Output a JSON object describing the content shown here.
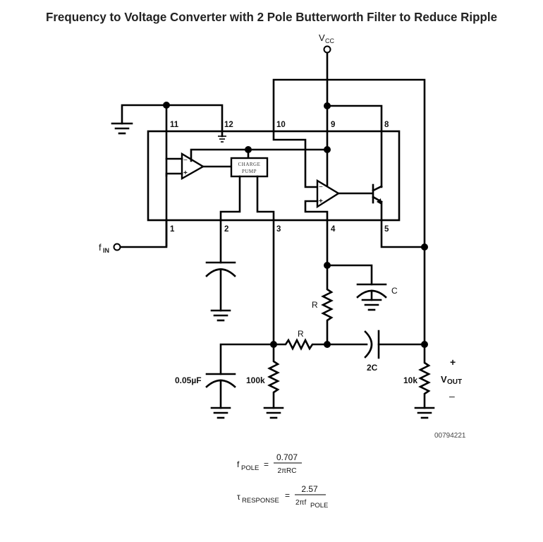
{
  "title": "Frequency to Voltage Converter with 2 Pole Butterworth Filter to Reduce Ripple",
  "supply": {
    "label": "V",
    "subscript": "CC"
  },
  "input": {
    "label": "f",
    "subscript": "IN"
  },
  "output": {
    "label": "V",
    "subscript": "OUT",
    "plus": "+",
    "minus": "–"
  },
  "ic": {
    "pins": [
      "1",
      "2",
      "3",
      "4",
      "5",
      "8",
      "9",
      "10",
      "11",
      "12"
    ],
    "charge_pump": {
      "line1": "CHARGE",
      "line2": "PUMP"
    },
    "opamp_minus": "−",
    "opamp_plus": "+"
  },
  "components": {
    "cap_pin2": "",
    "c_filter": "C",
    "r_vertical": "R",
    "r_horizontal": "R",
    "c_2c": "2C",
    "cap_005": "0.05µF",
    "r_100k": "100k",
    "r_10k": "10k"
  },
  "figure_id": "00794221",
  "equations": {
    "fpole": {
      "lhs": "f",
      "lhs_sub": "POLE",
      "eq": "=",
      "num": "0.707",
      "den": "2πRC"
    },
    "tau": {
      "lhs": "τ",
      "lhs_sub": "RESPONSE",
      "eq": "=",
      "num": "2.57",
      "den_main": "2πf",
      "den_sub": "POLE"
    }
  }
}
